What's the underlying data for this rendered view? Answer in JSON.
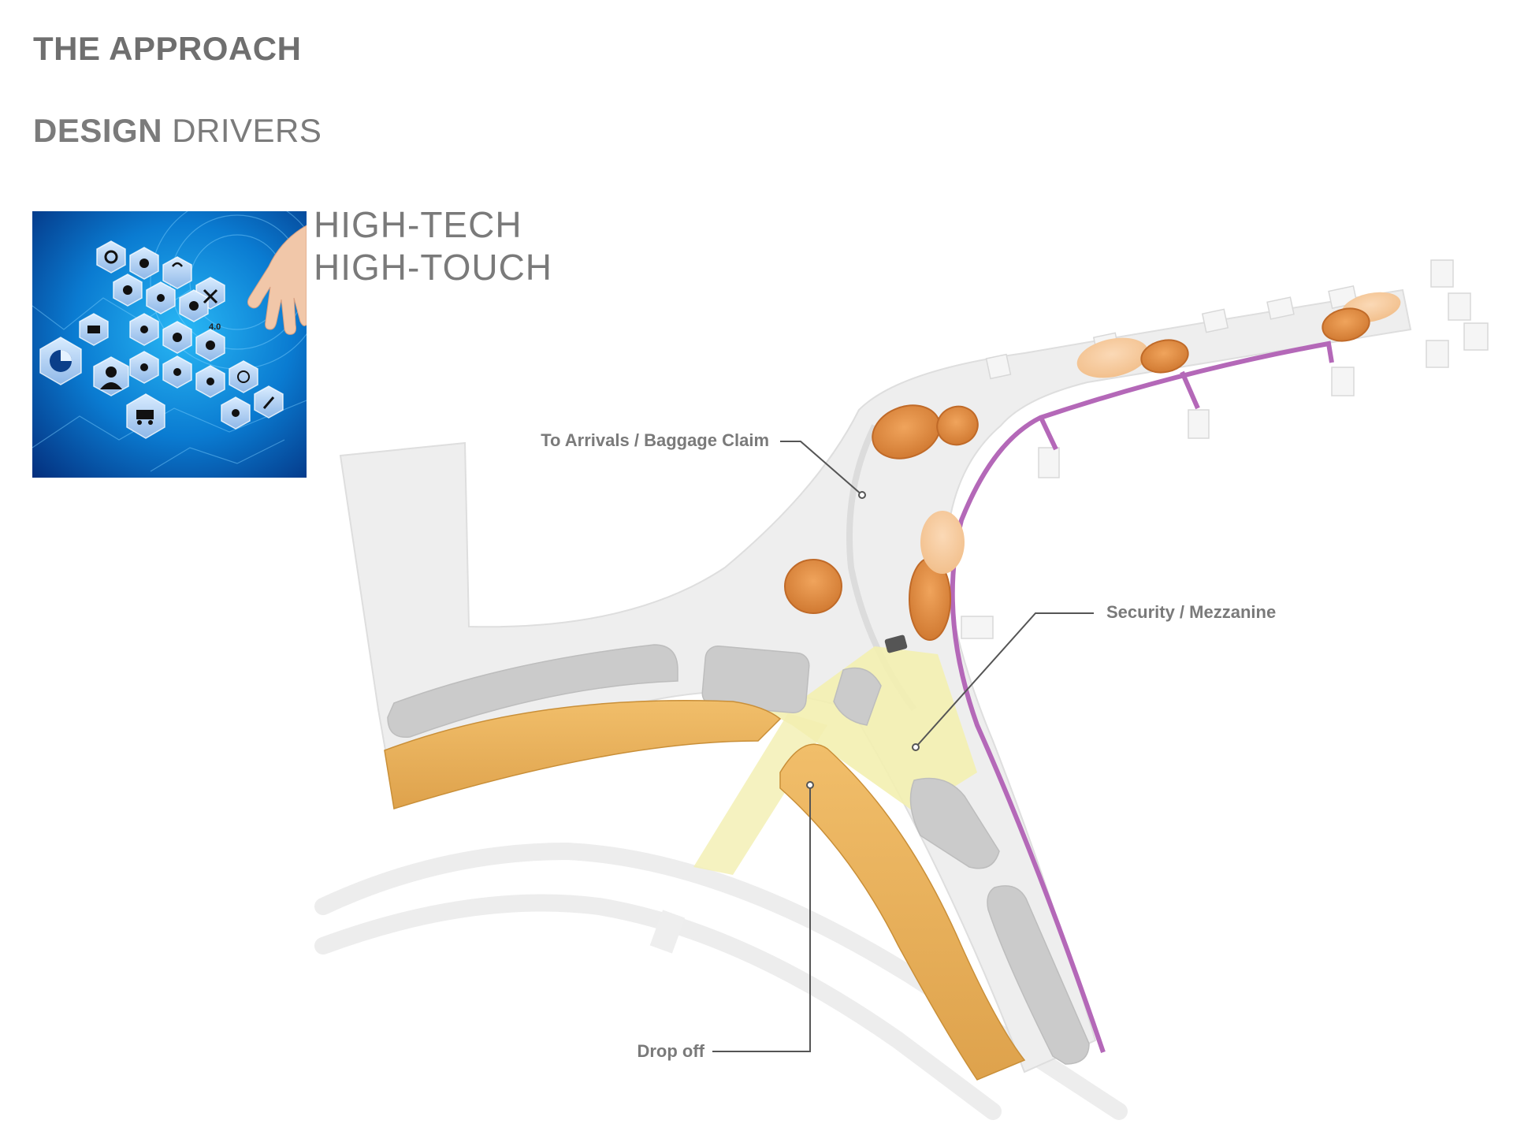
{
  "header": {
    "title": "THE APPROACH",
    "subtitle_bold": "DESIGN",
    "subtitle_light": "DRIVERS"
  },
  "tagline": {
    "line1": "HIGH-TECH",
    "line2": "HIGH-TOUCH"
  },
  "tech_image": {
    "label": "4.0"
  },
  "diagram": {
    "callouts": {
      "arrivals": "To Arrivals / Baggage Claim",
      "security": "Security / Mezzanine",
      "dropoff": "Drop off"
    }
  },
  "colors": {
    "dropoff_band": "#e8ad55",
    "security_zone": "#f3efb0",
    "route_line": "#b468b8",
    "pods": "#e28e44",
    "concourse": "#eeeeee",
    "image_blue": "#0a7bd1"
  }
}
